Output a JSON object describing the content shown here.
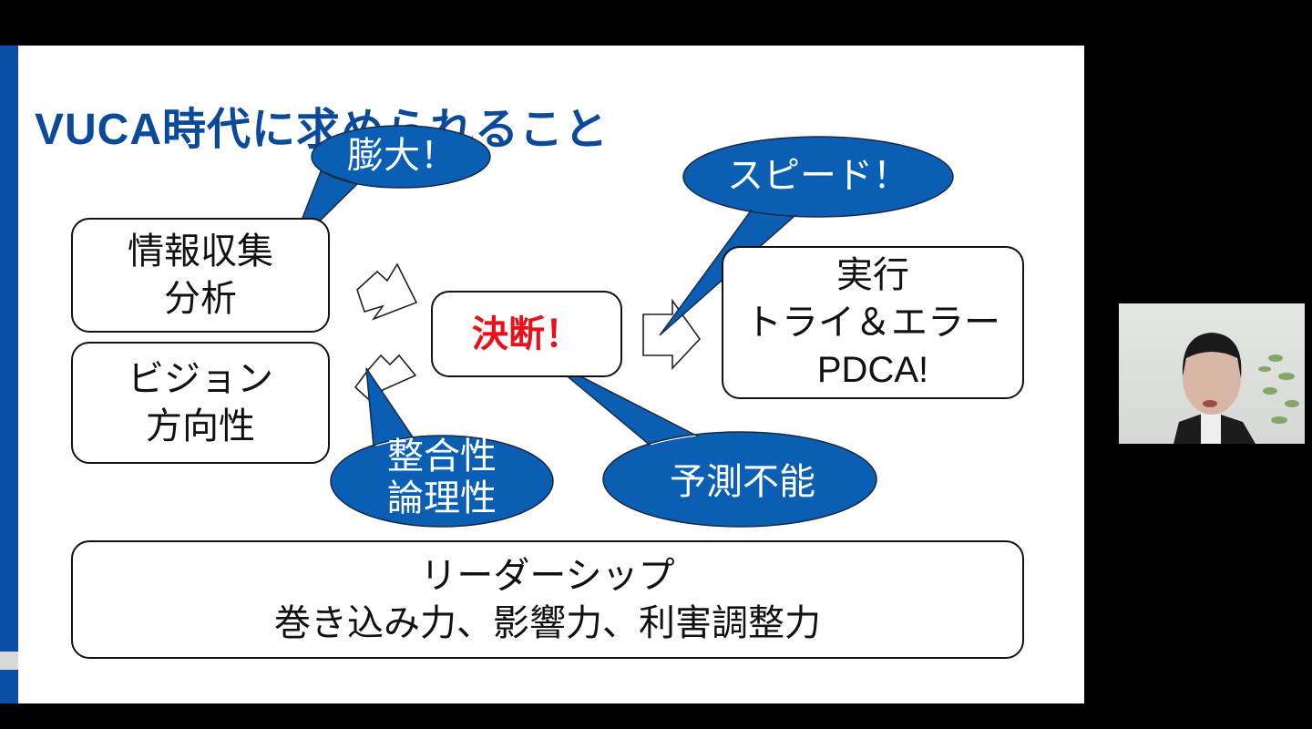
{
  "slide": {
    "title": "VUCA時代に求められること",
    "colors": {
      "accent": "#0b4a9a",
      "bubble": "#0a5fb4",
      "decision": "#e8101a"
    },
    "boxes": {
      "info": {
        "line1": "情報収集",
        "line2": "分析"
      },
      "vision": {
        "line1": "ビジョン",
        "line2": "方向性"
      },
      "decision": {
        "label": "決断！"
      },
      "execution": {
        "line1": "実行",
        "line2": "トライ＆エラー",
        "line3": "PDCA!"
      },
      "leadership": {
        "line1": "リーダーシップ",
        "line2": "巻き込み力、影響力、利害調整力"
      }
    },
    "bubbles": {
      "enormous": "膨大！",
      "speed": "スピード！",
      "consistency": {
        "line1": "整合性",
        "line2": "論理性"
      },
      "unpredictable": "予測不能"
    }
  },
  "webcam": {
    "label": "presenter-video"
  }
}
